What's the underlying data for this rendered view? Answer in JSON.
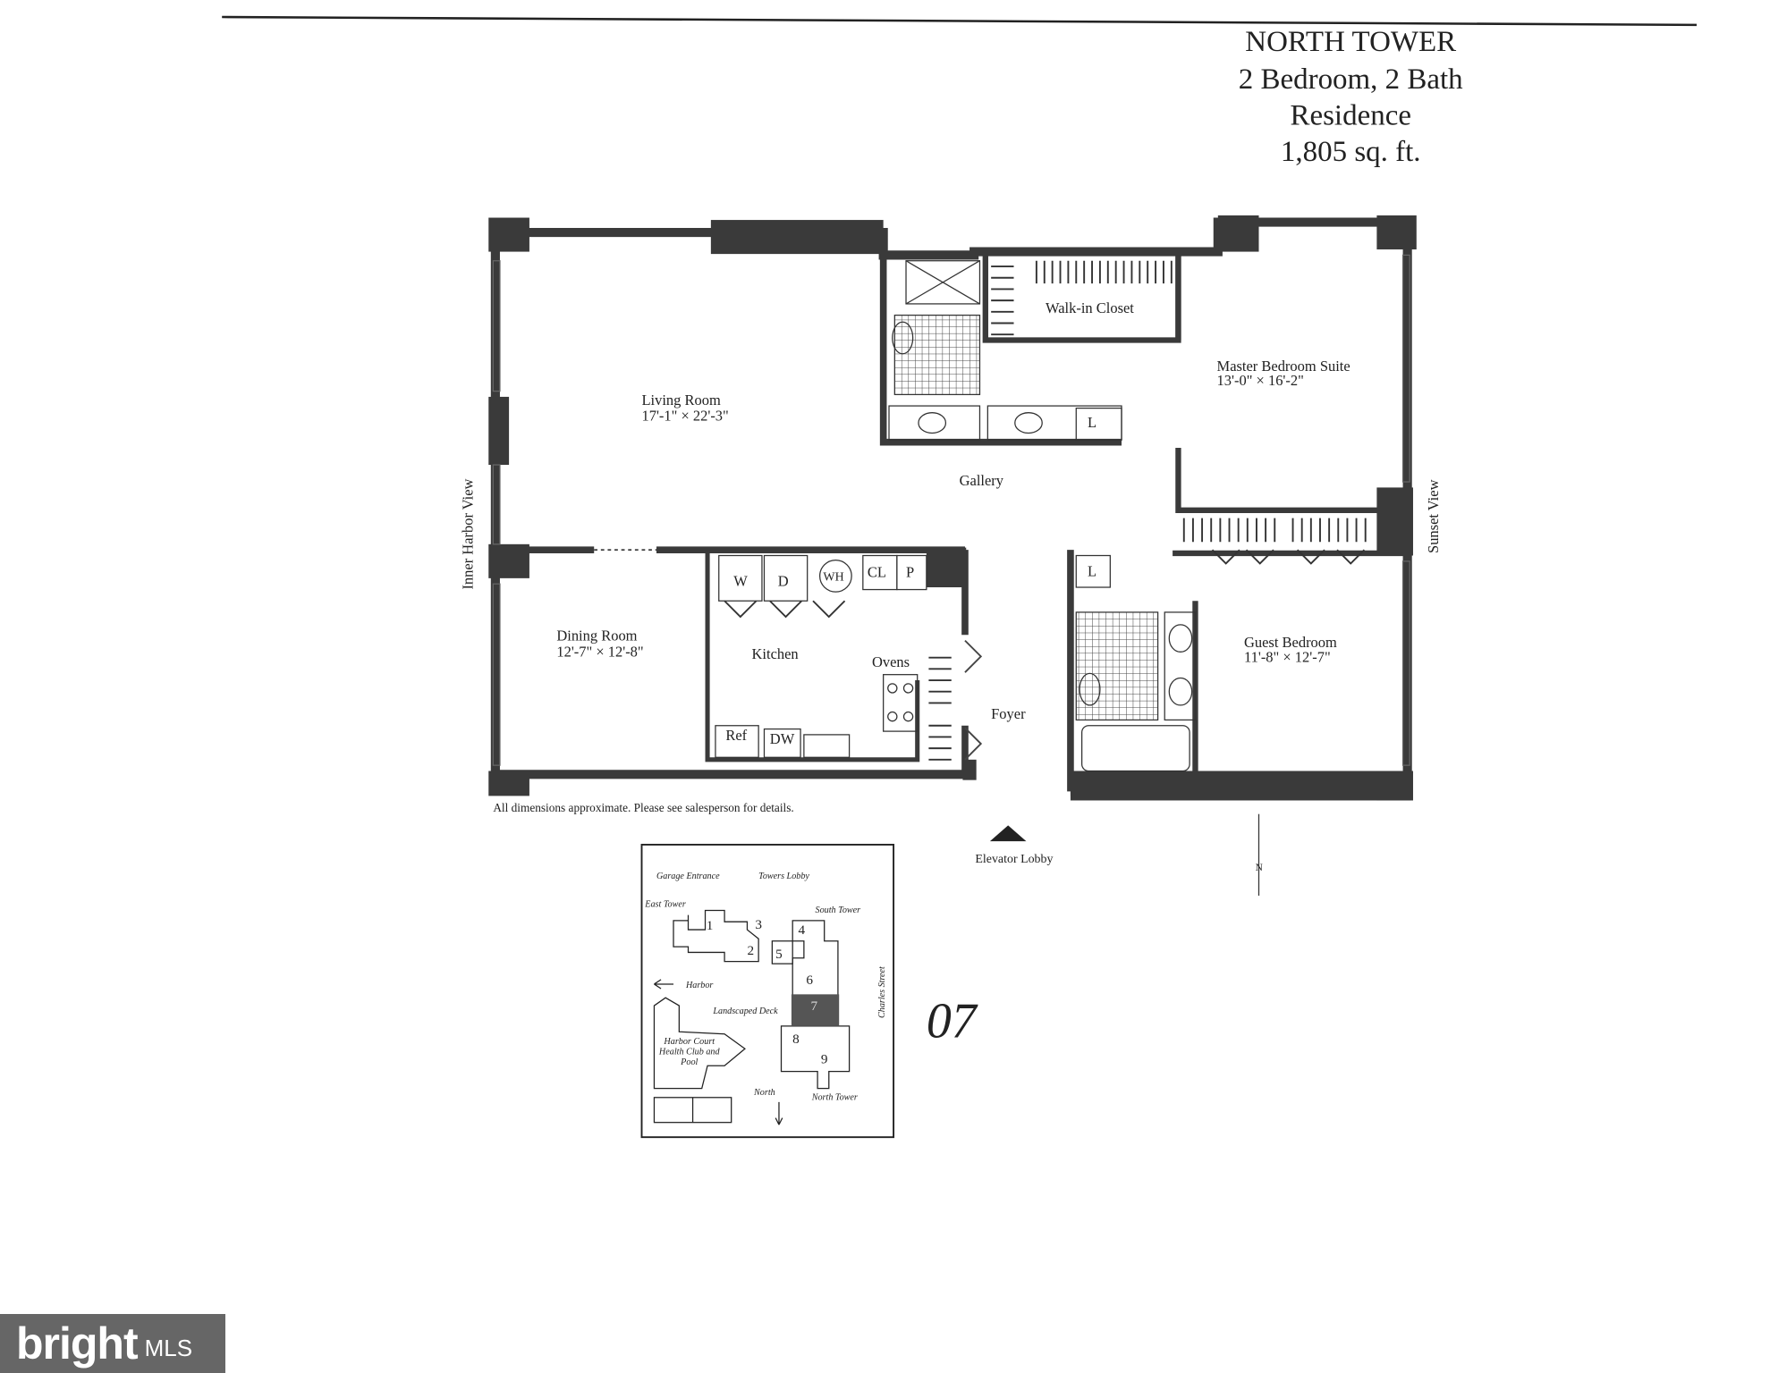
{
  "header": {
    "title_lines": [
      "NORTH TOWER",
      "2 Bedroom, 2 Bath",
      "Residence",
      "1,805 sq. ft."
    ]
  },
  "rooms": {
    "living": {
      "name": "Living Room",
      "dims": "17'-1\" × 22'-3\""
    },
    "dining": {
      "name": "Dining Room",
      "dims": "12'-7\" × 12'-8\""
    },
    "kitchen": {
      "name": "Kitchen"
    },
    "master": {
      "name": "Master Bedroom Suite",
      "dims": "13'-0\" × 16'-2\""
    },
    "guest": {
      "name": "Guest Bedroom",
      "dims": "11'-8\" × 12'-7\""
    },
    "walkin": {
      "name": "Walk-in Closet"
    },
    "gallery": {
      "name": "Gallery"
    },
    "foyer": {
      "name": "Foyer"
    }
  },
  "fixtures": {
    "washer": "W",
    "dryer": "D",
    "water_heater": "WH",
    "closet": "CL",
    "pantry": "P",
    "linen": "L",
    "linen2": "L",
    "ovens": "Ovens",
    "ref": "Ref",
    "dw": "DW"
  },
  "views": {
    "left": "Inner Harbor View",
    "right": "Sunset View"
  },
  "notes": {
    "disclaimer": "All dimensions approximate. Please see salesperson for details.",
    "elevator": "Elevator Lobby",
    "north": "N",
    "handwritten": "07"
  },
  "sitemap": {
    "labels": {
      "garage": "Garage Entrance",
      "towers_lobby": "Towers Lobby",
      "east_tower": "East Tower",
      "south_tower": "South Tower",
      "harbor": "Harbor",
      "landscaped": "Landscaped Deck",
      "health_club": "Harbor Court Health Club and Pool",
      "north": "North",
      "north_tower": "North Tower",
      "charles": "Charles Street"
    },
    "buildings": [
      "1",
      "2",
      "3",
      "4",
      "5",
      "6",
      "7",
      "8",
      "9"
    ],
    "highlighted_building": "7"
  },
  "watermark": {
    "brand": "bright",
    "suffix": "MLS"
  },
  "colors": {
    "wall": "#3a3a3a",
    "ink": "#222222",
    "highlight": "#555555"
  }
}
